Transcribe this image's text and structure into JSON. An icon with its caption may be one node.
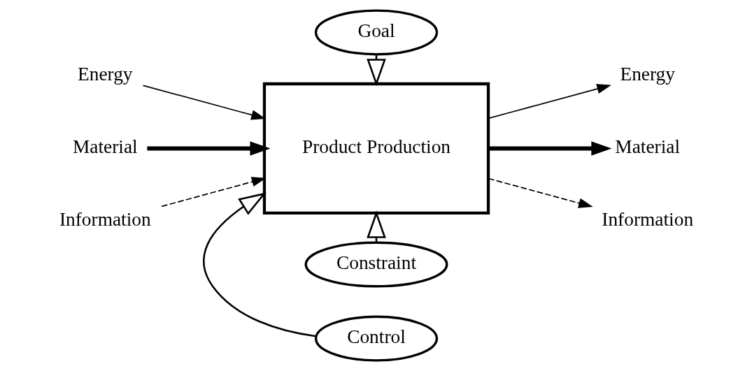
{
  "diagram": {
    "nodes": [
      {
        "text": [
          "Goal"
        ]
      },
      {
        "text": [
          "Energy"
        ]
      },
      {
        "text": [
          "Material"
        ]
      },
      {
        "text": [
          "Information"
        ]
      },
      {
        "text": [
          "Product Production"
        ]
      },
      {
        "text": [
          "Energy"
        ]
      },
      {
        "text": [
          "Material"
        ]
      },
      {
        "text": [
          "Information"
        ]
      },
      {
        "text": [
          "Control"
        ]
      },
      {
        "text": [
          "Constraint"
        ]
      }
    ],
    "edges": [
      {
        "from": 0,
        "to": 4,
        "arrow": "to"
      },
      {
        "from": 1,
        "to": 4,
        "arrow": "to"
      },
      {
        "from": 2,
        "to": 4,
        "arrow": "to",
        "style": "thick"
      },
      {
        "from": 3,
        "to": 4,
        "arrow": "to",
        "style": "dashed"
      },
      {
        "from": 4,
        "to": 5,
        "arrow": "to"
      },
      {
        "from": 4,
        "to": 6,
        "arrow": "to",
        "style": "thick"
      },
      {
        "from": 4,
        "to": 7,
        "arrow": "to",
        "style": "dashed"
      },
      {
        "from": 8,
        "to": 4,
        "arrow": "to"
      },
      {
        "from": 9,
        "to": 4,
        "arrow": "to"
      }
    ]
  }
}
